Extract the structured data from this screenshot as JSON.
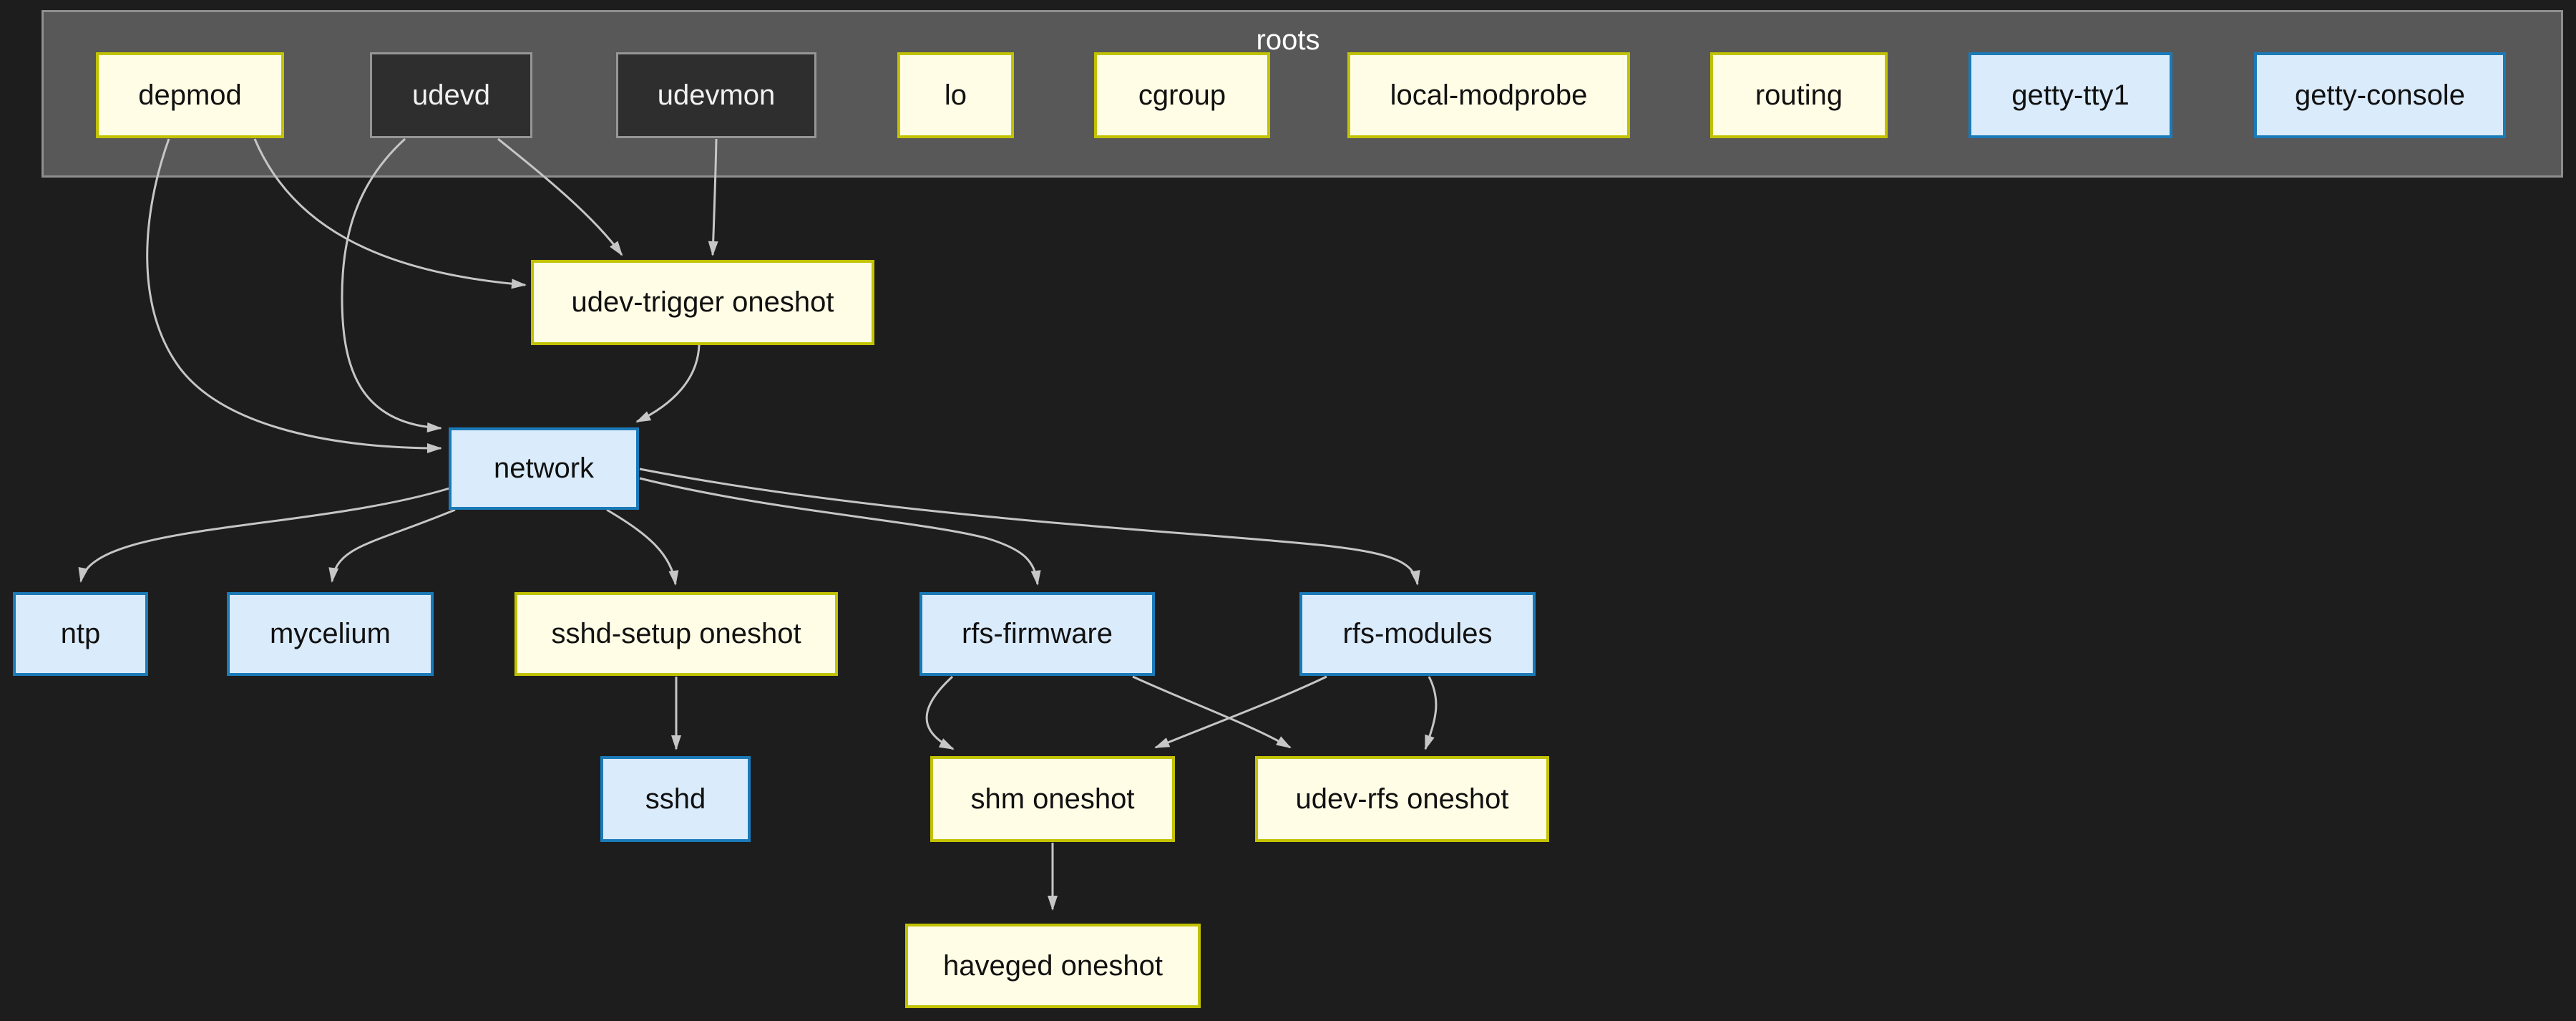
{
  "graph": {
    "cluster_label": "roots",
    "nodes": [
      {
        "id": "depmod",
        "label": "depmod",
        "style": "yellow",
        "in_cluster": true
      },
      {
        "id": "udevd",
        "label": "udevd",
        "style": "dark",
        "in_cluster": true
      },
      {
        "id": "udevmon",
        "label": "udevmon",
        "style": "dark",
        "in_cluster": true
      },
      {
        "id": "lo",
        "label": "lo",
        "style": "yellow",
        "in_cluster": true
      },
      {
        "id": "cgroup",
        "label": "cgroup",
        "style": "yellow",
        "in_cluster": true
      },
      {
        "id": "local-modprobe",
        "label": "local-modprobe",
        "style": "yellow",
        "in_cluster": true
      },
      {
        "id": "routing",
        "label": "routing",
        "style": "yellow",
        "in_cluster": true
      },
      {
        "id": "getty-tty1",
        "label": "getty-tty1",
        "style": "blue",
        "in_cluster": true
      },
      {
        "id": "getty-console",
        "label": "getty-console",
        "style": "blue",
        "in_cluster": true
      },
      {
        "id": "udev-trigger",
        "label": "udev-trigger oneshot",
        "style": "yellow",
        "in_cluster": false
      },
      {
        "id": "network",
        "label": "network",
        "style": "blue",
        "in_cluster": false
      },
      {
        "id": "ntp",
        "label": "ntp",
        "style": "blue",
        "in_cluster": false
      },
      {
        "id": "mycelium",
        "label": "mycelium",
        "style": "blue",
        "in_cluster": false
      },
      {
        "id": "sshd-setup",
        "label": "sshd-setup oneshot",
        "style": "yellow",
        "in_cluster": false
      },
      {
        "id": "rfs-firmware",
        "label": "rfs-firmware",
        "style": "blue",
        "in_cluster": false
      },
      {
        "id": "rfs-modules",
        "label": "rfs-modules",
        "style": "blue",
        "in_cluster": false
      },
      {
        "id": "sshd",
        "label": "sshd",
        "style": "blue",
        "in_cluster": false
      },
      {
        "id": "shm",
        "label": "shm oneshot",
        "style": "yellow",
        "in_cluster": false
      },
      {
        "id": "udev-rfs",
        "label": "udev-rfs oneshot",
        "style": "yellow",
        "in_cluster": false
      },
      {
        "id": "haveged",
        "label": "haveged oneshot",
        "style": "yellow",
        "in_cluster": false
      }
    ],
    "edges": [
      {
        "from": "depmod",
        "to": "udev-trigger"
      },
      {
        "from": "depmod",
        "to": "network"
      },
      {
        "from": "udevd",
        "to": "udev-trigger"
      },
      {
        "from": "udevd",
        "to": "network"
      },
      {
        "from": "udevmon",
        "to": "udev-trigger"
      },
      {
        "from": "udev-trigger",
        "to": "network"
      },
      {
        "from": "network",
        "to": "ntp"
      },
      {
        "from": "network",
        "to": "mycelium"
      },
      {
        "from": "network",
        "to": "sshd-setup"
      },
      {
        "from": "network",
        "to": "rfs-firmware"
      },
      {
        "from": "network",
        "to": "rfs-modules"
      },
      {
        "from": "sshd-setup",
        "to": "sshd"
      },
      {
        "from": "rfs-firmware",
        "to": "shm"
      },
      {
        "from": "rfs-firmware",
        "to": "udev-rfs"
      },
      {
        "from": "rfs-modules",
        "to": "shm"
      },
      {
        "from": "rfs-modules",
        "to": "udev-rfs"
      },
      {
        "from": "shm",
        "to": "haveged"
      }
    ],
    "colors": {
      "background": "#1d1d1d",
      "cluster_fill": "#585858",
      "cluster_border": "#8e8e8e",
      "cluster_label": "#ffffff",
      "yellow_fill": "#fffde5",
      "yellow_border": "#c2c200",
      "blue_fill": "#daebfb",
      "blue_border": "#1b7ab8",
      "dark_fill": "#2e2e2e",
      "dark_border": "#969696",
      "edge": "#c6c6c6",
      "label_light": "#111111",
      "label_dark_node": "#f0f0f0"
    }
  }
}
